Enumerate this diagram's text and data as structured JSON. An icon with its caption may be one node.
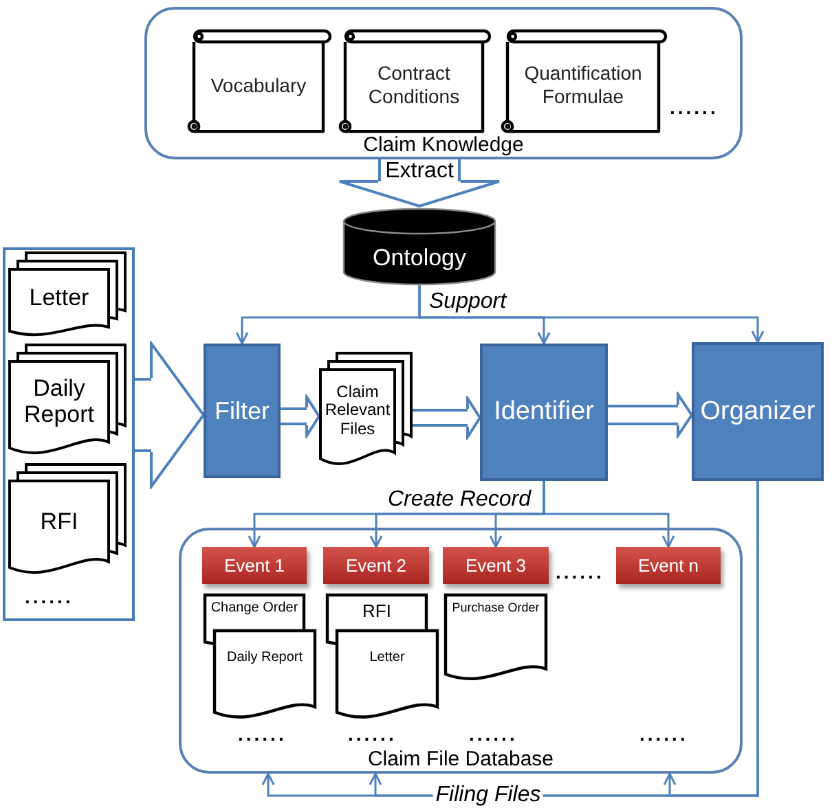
{
  "diagram": {
    "nodes": [
      {
        "text": [
          "Claim Knowledge"
        ]
      },
      {
        "text": [
          "Vocabulary"
        ],
        "in": 0
      },
      {
        "text": [
          "Contract Conditions"
        ],
        "in": 0
      },
      {
        "text": [
          "Quantification Formulae"
        ],
        "in": 0
      },
      {
        "text": [
          "Ontology"
        ]
      },
      {
        "text": [],
        "shape": "box"
      },
      {
        "text": [
          "Letter"
        ],
        "in": 5
      },
      {
        "text": [
          "Daily Report"
        ],
        "in": 5
      },
      {
        "text": [
          "RFI"
        ],
        "in": 5
      },
      {
        "text": [
          "Filter"
        ]
      },
      {
        "text": [
          "Claim Relevant Files"
        ]
      },
      {
        "text": [
          "Identifier"
        ]
      },
      {
        "text": [
          "Organizer"
        ]
      },
      {
        "text": [
          "Claim File Database"
        ]
      },
      {
        "text": [
          "Event 1"
        ],
        "in": 13
      },
      {
        "text": [
          "Event 2"
        ],
        "in": 13
      },
      {
        "text": [
          "Event 3"
        ],
        "in": 13
      },
      {
        "text": [
          "Event n"
        ],
        "in": 13
      },
      {
        "text": [
          "Change Order"
        ],
        "in": 13
      },
      {
        "text": [
          "Daily Report"
        ],
        "in": 13
      },
      {
        "text": [
          "RFI"
        ],
        "in": 13
      },
      {
        "text": [
          "Letter"
        ],
        "in": 13
      },
      {
        "text": [
          "Purchase Order"
        ],
        "in": 13
      }
    ],
    "edges": [
      {
        "from": 0,
        "to": 4,
        "arrow": "to",
        "label": "Extract",
        "style": "thick"
      },
      {
        "from": 4,
        "to": 9,
        "arrow": "to",
        "label": "Support"
      },
      {
        "from": 4,
        "to": 11,
        "arrow": "to"
      },
      {
        "from": 4,
        "to": 12,
        "arrow": "to"
      },
      {
        "from": 5,
        "to": 9,
        "arrow": "to",
        "style": "thick"
      },
      {
        "from": 9,
        "to": 10,
        "arrow": "to",
        "style": "thick"
      },
      {
        "from": 10,
        "to": 11,
        "arrow": "to",
        "style": "thick"
      },
      {
        "from": 11,
        "to": 12,
        "arrow": "to",
        "style": "thick"
      },
      {
        "from": 11,
        "to": 14,
        "arrow": "to",
        "label": "Create Record"
      },
      {
        "from": 11,
        "to": 15,
        "arrow": "to"
      },
      {
        "from": 11,
        "to": 16,
        "arrow": "to"
      },
      {
        "from": 11,
        "to": 17,
        "arrow": "to"
      },
      {
        "from": 12,
        "to": 13,
        "arrow": "to",
        "label": "Filing Files"
      },
      {
        "from": 12,
        "to": 13,
        "arrow": "to"
      },
      {
        "from": 12,
        "to": 13,
        "arrow": "to"
      }
    ],
    "labels": [
      "......",
      "......",
      "......",
      "......",
      "......",
      "......",
      "......"
    ]
  }
}
